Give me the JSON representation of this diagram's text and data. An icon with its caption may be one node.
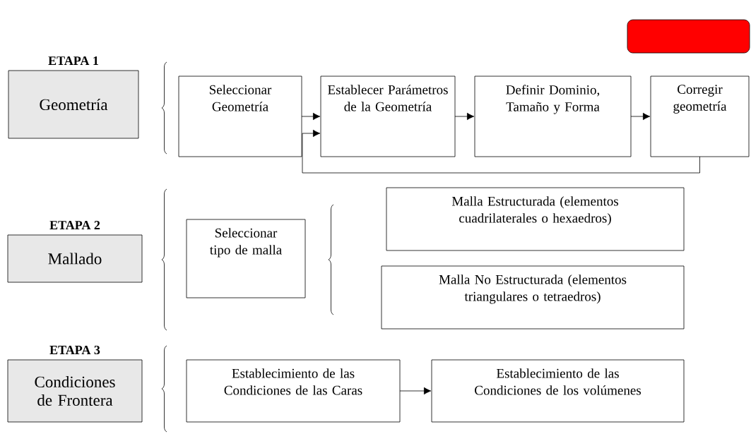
{
  "diagram": {
    "nodes": [
      {
        "text": [],
        "shape": "box"
      },
      {
        "text": [
          "ETAPA 1",
          "Geometría"
        ]
      },
      {
        "text": [
          "Seleccionar Geometría"
        ]
      },
      {
        "text": [
          "Establecer Parámetros de la Geometría"
        ]
      },
      {
        "text": [
          "Definir Dominio, Tamaño y Forma"
        ]
      },
      {
        "text": [
          "Corregir geometría"
        ]
      },
      {
        "text": [
          "ETAPA 2",
          "Mallado"
        ]
      },
      {
        "text": [
          "Seleccionar tipo de malla"
        ]
      },
      {
        "text": [
          "Malla Estructurada (elementos cuadrilaterales o hexaedros)"
        ]
      },
      {
        "text": [
          "Malla No Estructurada (elementos triangulares o tetraedros)"
        ]
      },
      {
        "text": [
          "ETAPA 3",
          "Condiciones de Frontera"
        ]
      },
      {
        "text": [
          "Establecimiento de las Condiciones de las Caras"
        ]
      },
      {
        "text": [
          "Establecimiento de las Condiciones de los volúmenes"
        ]
      }
    ],
    "edges": [
      {
        "from": 2,
        "to": 3,
        "arrow": "to"
      },
      {
        "from": 3,
        "to": 4,
        "arrow": "to"
      },
      {
        "from": 4,
        "to": 5,
        "arrow": "to"
      },
      {
        "from": 5,
        "to": 3,
        "arrow": "to"
      },
      {
        "from": 11,
        "to": 12,
        "arrow": "to"
      }
    ]
  }
}
